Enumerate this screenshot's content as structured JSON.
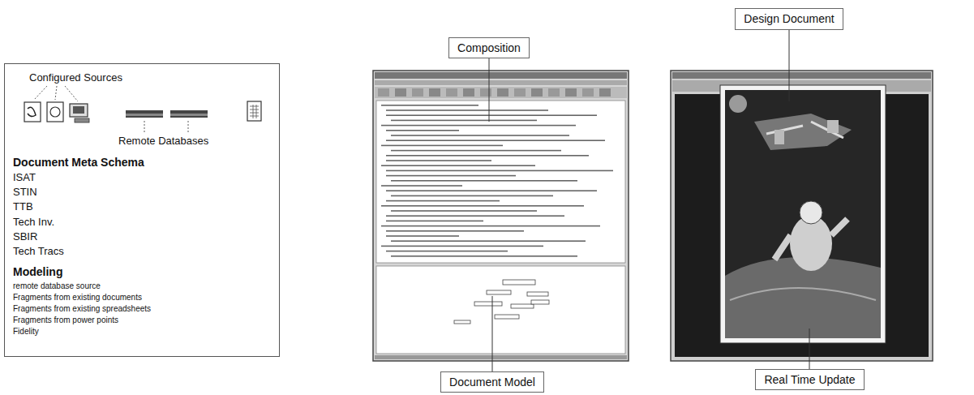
{
  "diagram": {
    "nodes": [
      {
        "text": [
          "Configured Sources",
          "Remote Databases",
          "Document Meta Schema",
          "ISAT",
          "STIN",
          "TTB",
          "Tech Inv.",
          "SBIR",
          "Tech Tracs",
          "Modeling",
          "remote database source",
          "Fragments from existing documents",
          "Fragments from existing spreadsheets",
          "Fragments from power points",
          "Fidelity"
        ]
      },
      {
        "text": [
          "Composition"
        ]
      },
      {
        "text": [
          "Design Document"
        ]
      },
      {
        "text": [
          "Document Model"
        ]
      },
      {
        "text": [
          "Real Time Update"
        ]
      }
    ]
  }
}
